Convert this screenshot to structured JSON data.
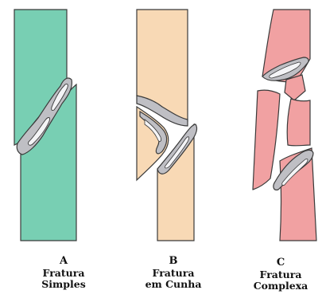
{
  "colors": {
    "simple_bone": "#78cfb3",
    "wedge_bone": "#f8d9b5",
    "complex_bone": "#f1a1a2",
    "cortex_gray": "#bfbfc4",
    "marrow_white": "#f4f4f6",
    "outline": "#3a3a3a",
    "label_text": "#111111"
  },
  "panels": [
    {
      "id": "A",
      "letter": "A",
      "line1": "Fratura",
      "line2": "Simples"
    },
    {
      "id": "B",
      "letter": "B",
      "line1": "Fratura",
      "line2": "em Cunha"
    },
    {
      "id": "C",
      "letter": "C",
      "line1": "Fratura",
      "line2": "Complexa"
    }
  ]
}
